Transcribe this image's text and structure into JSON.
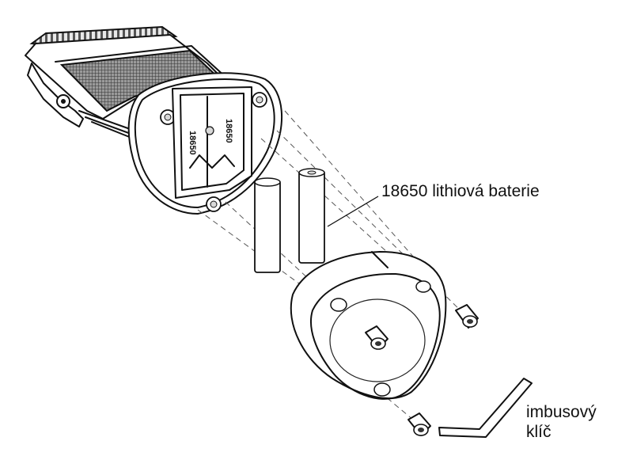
{
  "labels": {
    "battery": "18650 lithiová baterie",
    "key_line1": "imbusový",
    "key_line2": "klíč"
  },
  "battery_markings": {
    "left": "18650",
    "right": "18650"
  }
}
